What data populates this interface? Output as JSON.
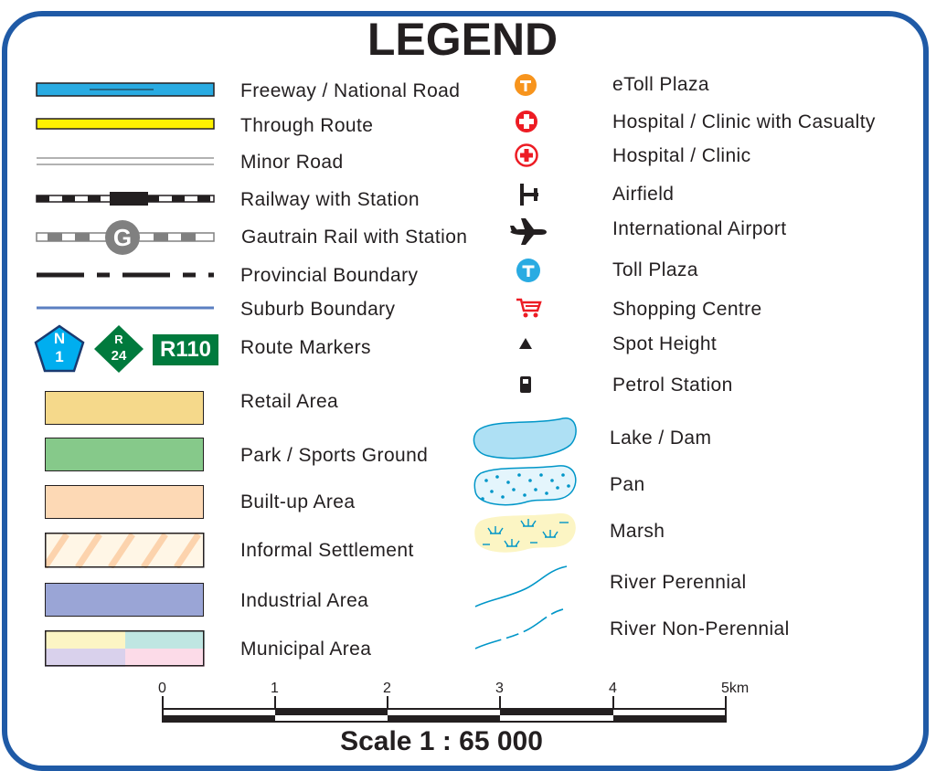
{
  "title": "LEGEND",
  "left_items": {
    "freeway": "Freeway / National Road",
    "through_route": "Through Route",
    "minor_road": "Minor Road",
    "railway": "Railway with Station",
    "gautrain": "Gautrain Rail with Station",
    "provincial": "Provincial Boundary",
    "suburb": "Suburb Boundary",
    "route_markers": "Route Markers",
    "retail": "Retail Area",
    "park": "Park / Sports Ground",
    "builtup": "Built-up Area",
    "informal": "Informal Settlement",
    "industrial": "Industrial Area",
    "municipal": "Municipal Area"
  },
  "right_items": {
    "etoll": "eToll Plaza",
    "hospital_casualty": "Hospital / Clinic with Casualty",
    "hospital": "Hospital / Clinic",
    "airfield": "Airfield",
    "intl_airport": "International Airport",
    "toll": "Toll Plaza",
    "shopping": "Shopping Centre",
    "spot_height": "Spot Height",
    "petrol": "Petrol Station",
    "lake": "Lake / Dam",
    "pan": "Pan",
    "marsh": "Marsh",
    "river_perennial": "River Perennial",
    "river_non_perennial": "River Non-Perennial"
  },
  "markers": {
    "national_letter": "N",
    "national_number": "1",
    "regional_letter": "R",
    "regional_number": "24",
    "route_plate": "R110",
    "gautrain_letter": "G",
    "toll_letter": "T"
  },
  "scale": {
    "ticks": [
      "0",
      "1",
      "2",
      "3",
      "4",
      "5km"
    ],
    "text": "Scale 1 : 65 000"
  },
  "colors": {
    "frame": "#1f5aa6",
    "freeway": "#29abe2",
    "through_route": "#fff200",
    "etoll": "#f7941d",
    "toll": "#29abe2",
    "hospital": "#ed1c24",
    "route_national": "#00aeef",
    "route_regional": "#007a3d",
    "retail": "#f5d98b",
    "park": "#86c98a",
    "builtup": "#fdd9b5",
    "industrial": "#9aa5d6",
    "water": "#aee0f4"
  }
}
